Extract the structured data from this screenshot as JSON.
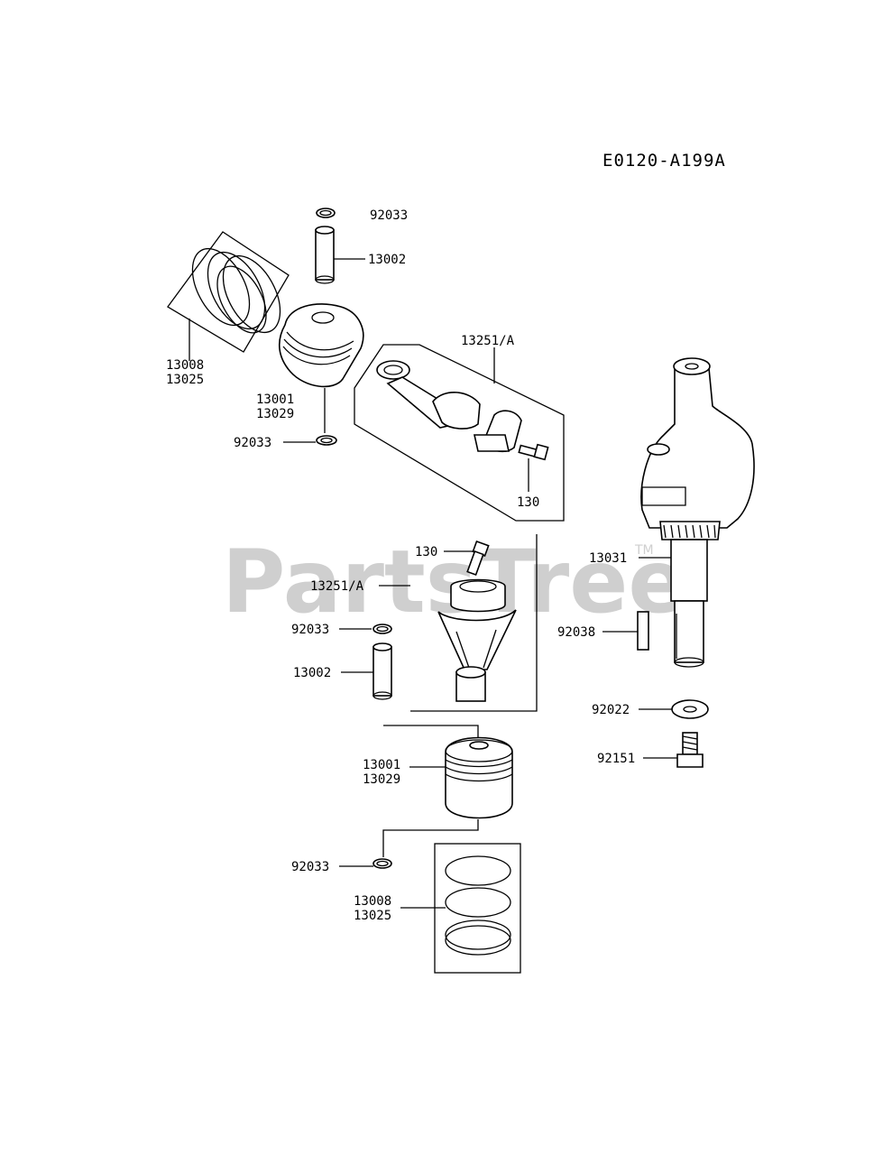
{
  "diagram_code": "E0120-A199A",
  "watermark": {
    "text": "PartsTree",
    "trademark": "TM"
  },
  "callouts": {
    "upper_snap_ring_top": "92033",
    "upper_pin": "13002",
    "upper_rings_a": "13008",
    "upper_rings_b": "13025",
    "upper_piston_a": "13001",
    "upper_piston_b": "13029",
    "upper_snap_ring_bottom": "92033",
    "upper_rod": "13251/A",
    "upper_bolt": "130",
    "crankshaft": "13031",
    "crank_key": "92038",
    "crank_washer": "92022",
    "crank_bolt": "92151",
    "lower_bolt": "130",
    "lower_rod": "13251/A",
    "lower_snap_ring_top": "92033",
    "lower_pin": "13002",
    "lower_piston_a": "13001",
    "lower_piston_b": "13029",
    "lower_snap_ring_bottom": "92033",
    "lower_rings_a": "13008",
    "lower_rings_b": "13025"
  }
}
